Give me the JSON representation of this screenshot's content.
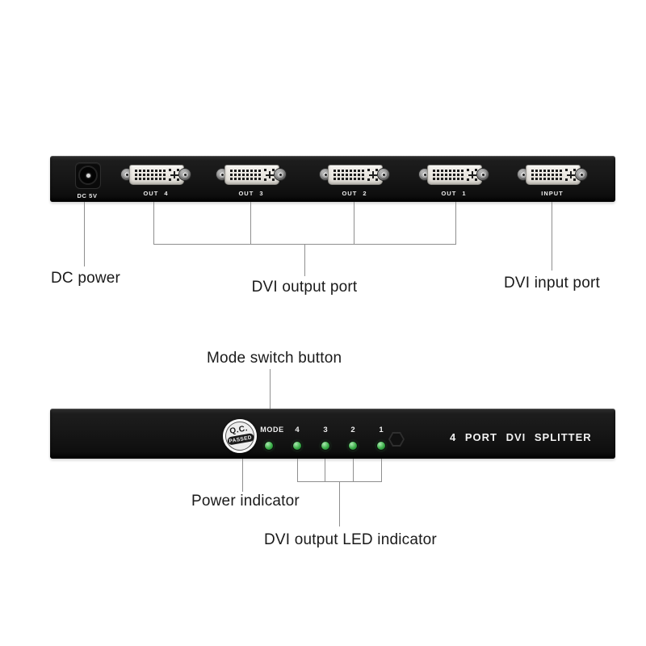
{
  "rear_panel": {
    "dc_port_label": "DC 5V",
    "port_labels": [
      "OUT 4",
      "OUT 3",
      "OUT 2",
      "OUT 1",
      "INPUT"
    ]
  },
  "front_panel": {
    "qc_stamp_line1": "Q.C.",
    "qc_stamp_line2": "PASSED",
    "mode_label": "MODE",
    "channel_labels": [
      "4",
      "3",
      "2",
      "1"
    ],
    "brand_text": "4 PORT DVI SPLITTER"
  },
  "callouts": {
    "dc_power": "DC power",
    "dvi_output_port": "DVI output port",
    "dvi_input_port": "DVI input port",
    "mode_switch_button": "Mode switch button",
    "power_indicator": "Power indicator",
    "dvi_output_led_indicator": "DVI output LED indicator"
  },
  "colors": {
    "led_green": "#3fb24c",
    "panel_black": "#161616",
    "connector_face": "#e9e6e0"
  }
}
